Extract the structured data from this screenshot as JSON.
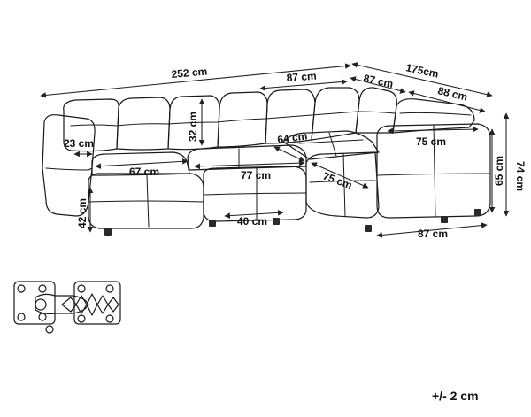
{
  "dimensions": {
    "total_width": "252 cm",
    "top_middle_width": "87 cm",
    "corner_width": "87 cm",
    "overall_depth": "175cm",
    "corner_depth": "88 cm",
    "back_cushion_height": "32 cm",
    "armrest_width": "23 cm",
    "left_seat_width": "67 cm",
    "middle_seat_width": "77 cm",
    "corner_seat_depth": "64 cm",
    "right_seat_depth": "75 cm",
    "right_arm_width": "75 cm",
    "seat_height": "42 cm",
    "seat_cushion_height": "65 cm",
    "total_height": "74 cm",
    "leg_spacing": "40 cm",
    "bottom_width": "87 cm"
  },
  "tolerance": "+/- 2 cm",
  "colors": {
    "line": "#1a1a1a",
    "background": "#ffffff"
  },
  "icons": [
    "connector-clip-icon"
  ]
}
